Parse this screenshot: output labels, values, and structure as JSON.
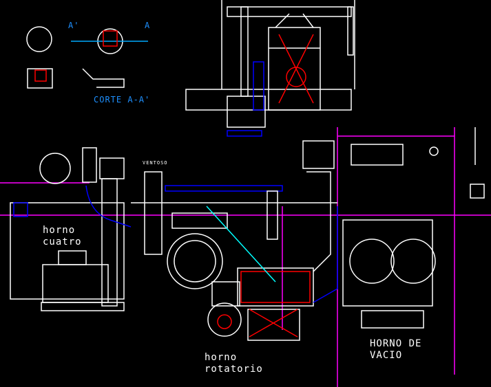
{
  "labels": {
    "horno_cuatro": "horno\ncuatro",
    "horno_rotatorio": "horno\nrotatorio",
    "horno_vacio": "HORNO DE\nVACIO",
    "corte": "CORTE A-A'",
    "section_a_prime": "A'",
    "section_a": "A",
    "small_tag": "VENTOSO"
  },
  "colors": {
    "white": "#ffffff",
    "blue": "#0000ff",
    "magenta": "#ff00ff",
    "red": "#ff0000",
    "cyan": "#00ffff",
    "green": "#00ff00"
  }
}
